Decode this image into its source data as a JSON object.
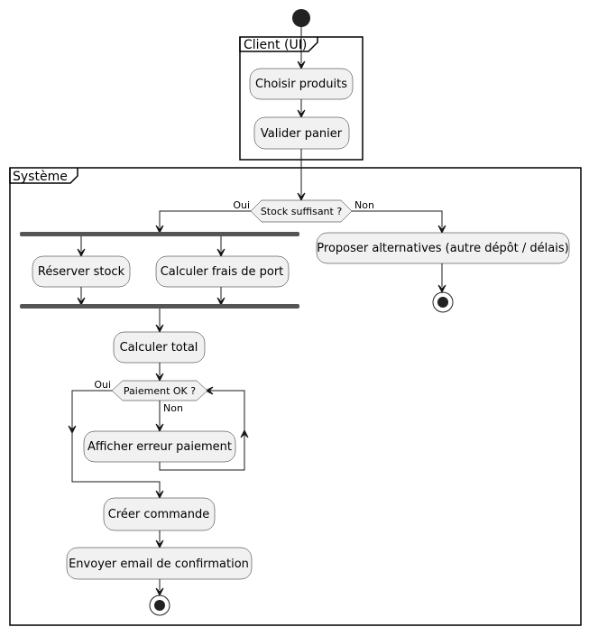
{
  "partitions": {
    "client": "Client (UI)",
    "system": "Système"
  },
  "activities": {
    "choose_products": "Choisir produits",
    "validate_cart": "Valider panier",
    "reserve_stock": "Réserver stock",
    "calc_shipping": "Calculer frais de port",
    "calc_total": "Calculer total",
    "show_payment_error": "Afficher erreur paiement",
    "create_order": "Créer commande",
    "send_email": "Envoyer email de confirmation",
    "propose_alternatives": "Proposer alternatives (autre dépôt / délais)"
  },
  "decisions": {
    "stock_ok": {
      "label": "Stock suffisant ?",
      "yes": "Oui",
      "no": "Non"
    },
    "payment_ok": {
      "label": "Paiement OK ?",
      "yes": "Oui",
      "no": "Non"
    }
  }
}
